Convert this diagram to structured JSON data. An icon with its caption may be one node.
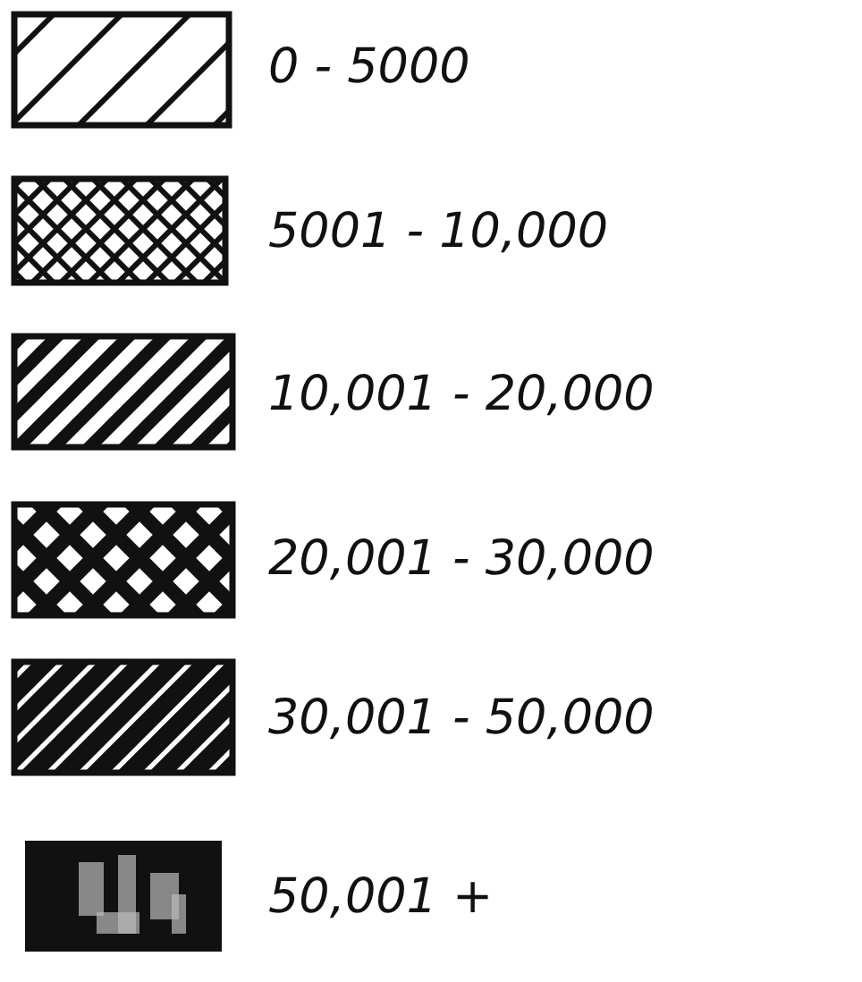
{
  "diagram": {
    "legend": [
      {
        "text": "0 - 5000"
      },
      {
        "text": "5001 - 10,000"
      },
      {
        "text": "10,001 - 20,000"
      },
      {
        "text": "20,001 - 30,000"
      },
      {
        "text": "30,001 - 50,000"
      },
      {
        "text": "50,001 +"
      }
    ]
  }
}
